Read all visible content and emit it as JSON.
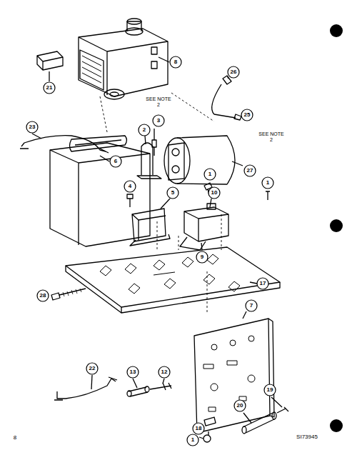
{
  "diagram": {
    "labels": [
      "21",
      "8",
      "26",
      "23",
      "SEE NOTE 2",
      "3",
      "2",
      "25",
      "SEE NOTE 2",
      "27",
      "6",
      "1",
      "10",
      "1",
      "4",
      "5",
      "9",
      "17",
      "28",
      "7",
      "20",
      "19",
      "22",
      "13",
      "12",
      "18",
      "1",
      "8",
      "SI73945"
    ]
  }
}
